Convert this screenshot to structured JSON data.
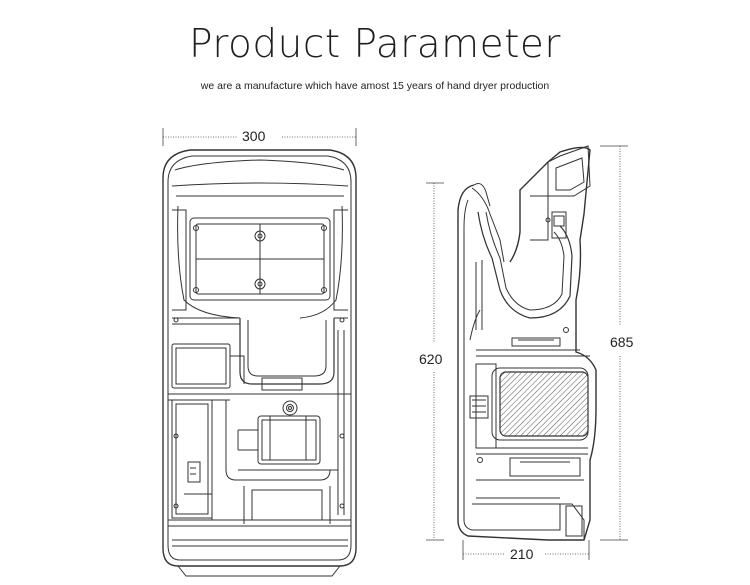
{
  "header": {
    "title": "Product Parameter",
    "subtitle": "we are a manufacture which have amost 15 years of hand dryer production"
  },
  "dimensions": {
    "front_width": "300",
    "side_height_left": "620",
    "side_height_right": "685",
    "side_depth": "210"
  },
  "colors": {
    "line": "#333333",
    "text": "#222222",
    "hatch": "#555555"
  }
}
